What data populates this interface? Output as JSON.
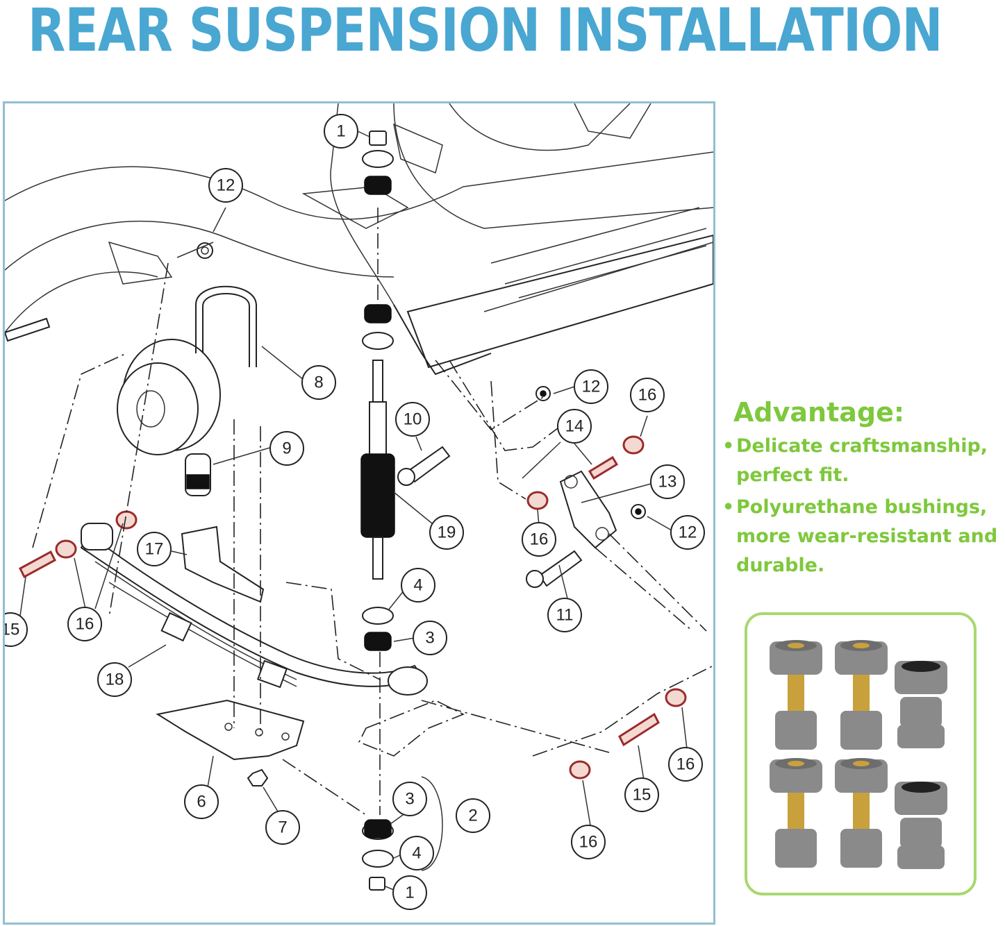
{
  "title": "REAR SUSPENSION INSTALLATION",
  "diagram": {
    "callouts": [
      {
        "id": "c1a",
        "label": "1"
      },
      {
        "id": "c12a",
        "label": "12"
      },
      {
        "id": "c8",
        "label": "8"
      },
      {
        "id": "c9",
        "label": "9"
      },
      {
        "id": "c10",
        "label": "10"
      },
      {
        "id": "c19",
        "label": "19"
      },
      {
        "id": "c12b",
        "label": "12"
      },
      {
        "id": "c16a",
        "label": "16"
      },
      {
        "id": "c14",
        "label": "14"
      },
      {
        "id": "c13",
        "label": "13"
      },
      {
        "id": "c16b",
        "label": "16"
      },
      {
        "id": "c12c",
        "label": "12"
      },
      {
        "id": "c11",
        "label": "11"
      },
      {
        "id": "c17",
        "label": "17"
      },
      {
        "id": "c16c",
        "label": "16"
      },
      {
        "id": "c15a",
        "label": "15"
      },
      {
        "id": "c4a",
        "label": "4"
      },
      {
        "id": "c3a",
        "label": "3"
      },
      {
        "id": "c18",
        "label": "18"
      },
      {
        "id": "c6",
        "label": "6"
      },
      {
        "id": "c7",
        "label": "7"
      },
      {
        "id": "c3b",
        "label": "3"
      },
      {
        "id": "c2",
        "label": "2"
      },
      {
        "id": "c4b",
        "label": "4"
      },
      {
        "id": "c1b",
        "label": "1"
      },
      {
        "id": "c16d",
        "label": "16"
      },
      {
        "id": "c15b",
        "label": "15"
      },
      {
        "id": "c16e",
        "label": "16"
      }
    ]
  },
  "advantage": {
    "heading": "Advantage:",
    "items": [
      "Delicate craftsmanship, perfect fit.",
      "Polyurethane bushings, more wear-resistant and durable."
    ]
  },
  "colors": {
    "title": "#49a7d2",
    "frame_border": "#8fc0d1",
    "advantage_text": "#7ec83c",
    "product_border": "#a8d86f",
    "bushing_gray": "#8a8a8a",
    "sleeve_brass": "#c9a13c",
    "highlight_bushing": "#9a2b2b"
  }
}
